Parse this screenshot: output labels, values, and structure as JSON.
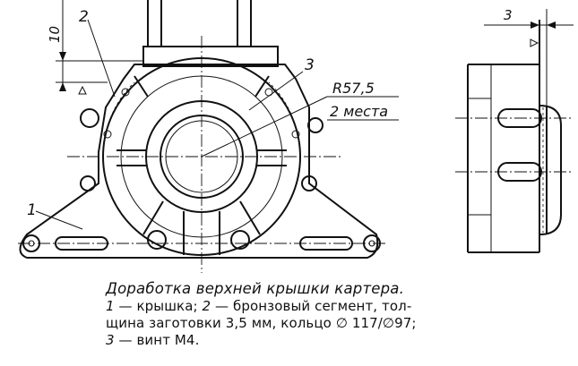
{
  "drawing": {
    "callouts": {
      "one": "1",
      "two": "2",
      "three": "3"
    },
    "dim_height": "10",
    "dim_radius": "R57,5",
    "dim_places": "2 места",
    "dim_side": "3"
  },
  "caption": {
    "title": "Доработка верхней крышки картера.",
    "legend": [
      {
        "num": "1",
        "text": " — крышка; "
      },
      {
        "num": "2",
        "text": " — бронзовый сегмент, тол-"
      }
    ],
    "line2": "щина заготовки 3,5 мм, кольцо ∅ 117/∅97;",
    "line3_num": "3",
    "line3_text": " — винт М4."
  }
}
